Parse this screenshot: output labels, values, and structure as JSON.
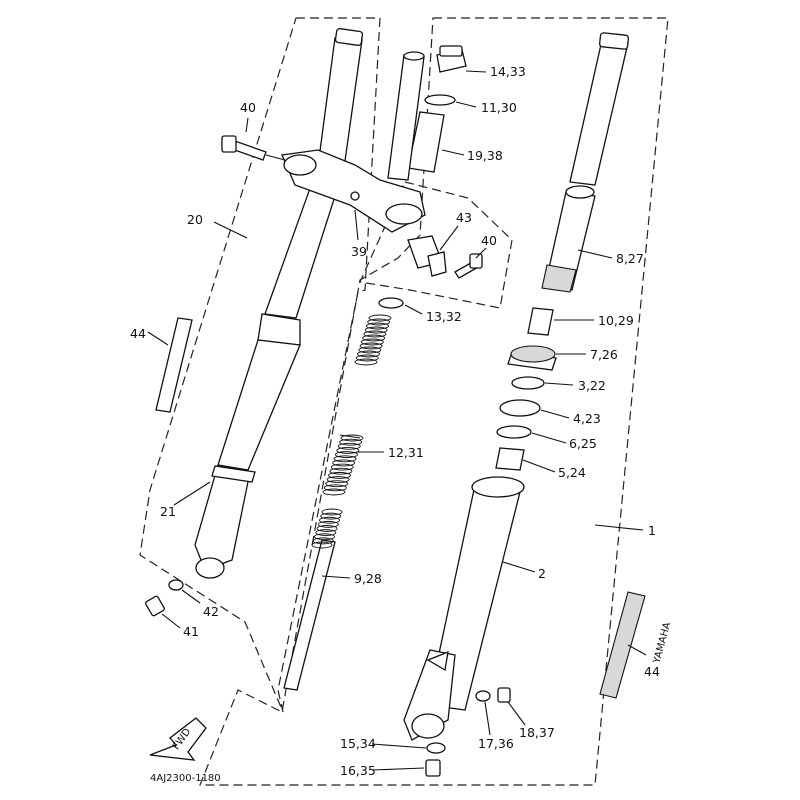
{
  "diagram": {
    "callouts": {
      "c_14_33": "14,33",
      "c_11_30": "11,30",
      "c_19_38": "19,38",
      "c_40_top": "40",
      "c_20": "20",
      "c_39": "39",
      "c_43": "43",
      "c_40_mid": "40",
      "c_8_27": "8,27",
      "c_13_32": "13,32",
      "c_44_left": "44",
      "c_10_29": "10,29",
      "c_7_26": "7,26",
      "c_3_22": "3,22",
      "c_4_23": "4,23",
      "c_6_25": "6,25",
      "c_12_31": "12,31",
      "c_5_24": "5,24",
      "c_21": "21",
      "c_1": "1",
      "c_2": "2",
      "c_9_28": "9,28",
      "c_42": "42",
      "c_41": "41",
      "c_44_right": "44",
      "c_15_34": "15,34",
      "c_17_36": "17,36",
      "c_18_37": "18,37",
      "c_16_35": "16,35"
    },
    "fwd_arrow": "FWD",
    "decal_text": "YAMAHA",
    "drawing_code": "4AJ2300-1180"
  }
}
